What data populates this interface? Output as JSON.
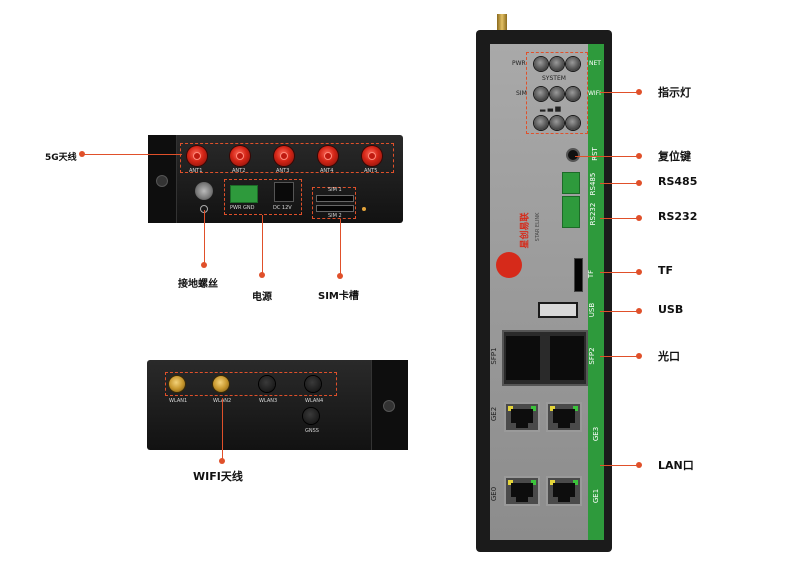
{
  "colors": {
    "accent": "#e0502a",
    "panel_green": "#2e9a3c",
    "chassis": "#1a1a1a"
  },
  "top_view": {
    "antenna_labels": [
      "ANT1",
      "ANT2",
      "ANT3",
      "ANT4",
      "ANT5"
    ],
    "power_label": "PWR GND",
    "dc_label": "DC 12V",
    "sim1_label": "SIM 1",
    "sim2_label": "SIM 2"
  },
  "bottom_view": {
    "wlan_labels": [
      "WLAN1",
      "WLAN2",
      "WLAN3",
      "WLAN4"
    ],
    "gnss_label": "GNSS"
  },
  "callouts_left": {
    "5g_antenna": "5G天线",
    "ground_screw": "接地螺丝",
    "power": "电源",
    "sim_slot": "SIM卡槽",
    "wifi_antenna": "WIFI天线"
  },
  "front_panel": {
    "pwr": "PWR",
    "system": "SYSTEM",
    "sim": "SIM",
    "net": "NET",
    "wifi": "WIFI",
    "rst": "RST",
    "rs485": "RS485",
    "rs232": "RS232",
    "tf": "TF",
    "usb": "USB",
    "sfp1": "SFP1",
    "sfp2": "SFP2",
    "ge0": "GE0",
    "ge1": "GE1",
    "ge2": "GE2",
    "ge3": "GE3",
    "brand_cn": "星创易联",
    "brand_en": "STAR ELINK"
  },
  "callouts_right": {
    "indicator": "指示灯",
    "reset": "复位键",
    "rs485": "RS485",
    "rs232": "RS232",
    "tf": "TF",
    "usb": "USB",
    "optical": "光口",
    "lan": "LAN口"
  }
}
